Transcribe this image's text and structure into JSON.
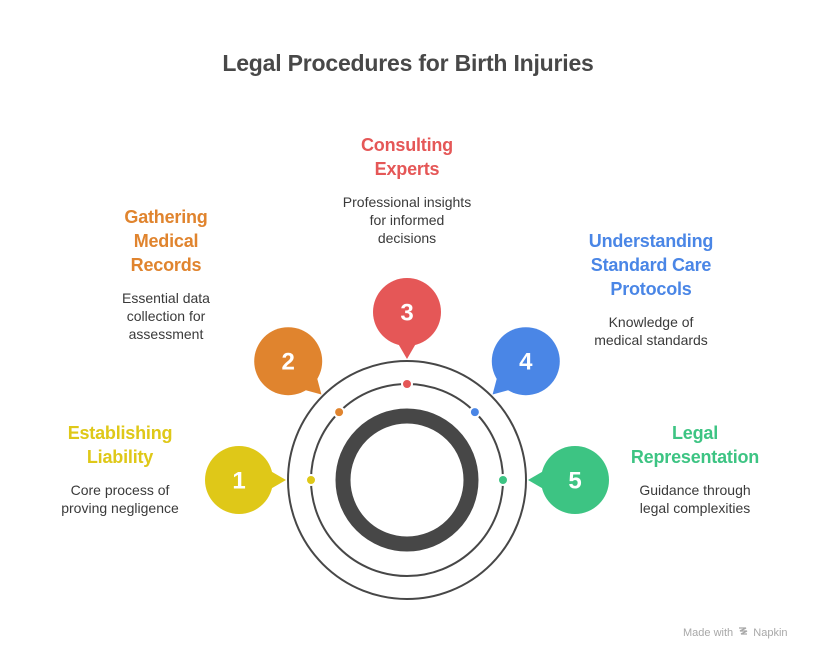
{
  "title": "Legal Procedures for Birth Injuries",
  "steps": [
    {
      "number": "1",
      "title_lines": [
        "Establishing",
        "Liability"
      ],
      "description_lines": [
        "Core process of",
        "proving negligence"
      ],
      "color": "#DFC818"
    },
    {
      "number": "2",
      "title_lines": [
        "Gathering",
        "Medical",
        "Records"
      ],
      "description_lines": [
        "Essential data",
        "collection for",
        "assessment"
      ],
      "color": "#E0842E"
    },
    {
      "number": "3",
      "title_lines": [
        "Consulting",
        "Experts"
      ],
      "description_lines": [
        "Professional insights",
        "for informed",
        "decisions"
      ],
      "color": "#E55757"
    },
    {
      "number": "4",
      "title_lines": [
        "Understanding",
        "Standard Care",
        "Protocols"
      ],
      "description_lines": [
        "Knowledge of",
        "medical standards"
      ],
      "color": "#4A86E6"
    },
    {
      "number": "5",
      "title_lines": [
        "Legal",
        "Representation"
      ],
      "description_lines": [
        "Guidance through",
        "legal complexities"
      ],
      "color": "#3DC483"
    }
  ],
  "ring_color": "#474747",
  "watermark": {
    "prefix": "Made with",
    "brand": "Napkin",
    "icon": "napkin-logo-icon"
  }
}
